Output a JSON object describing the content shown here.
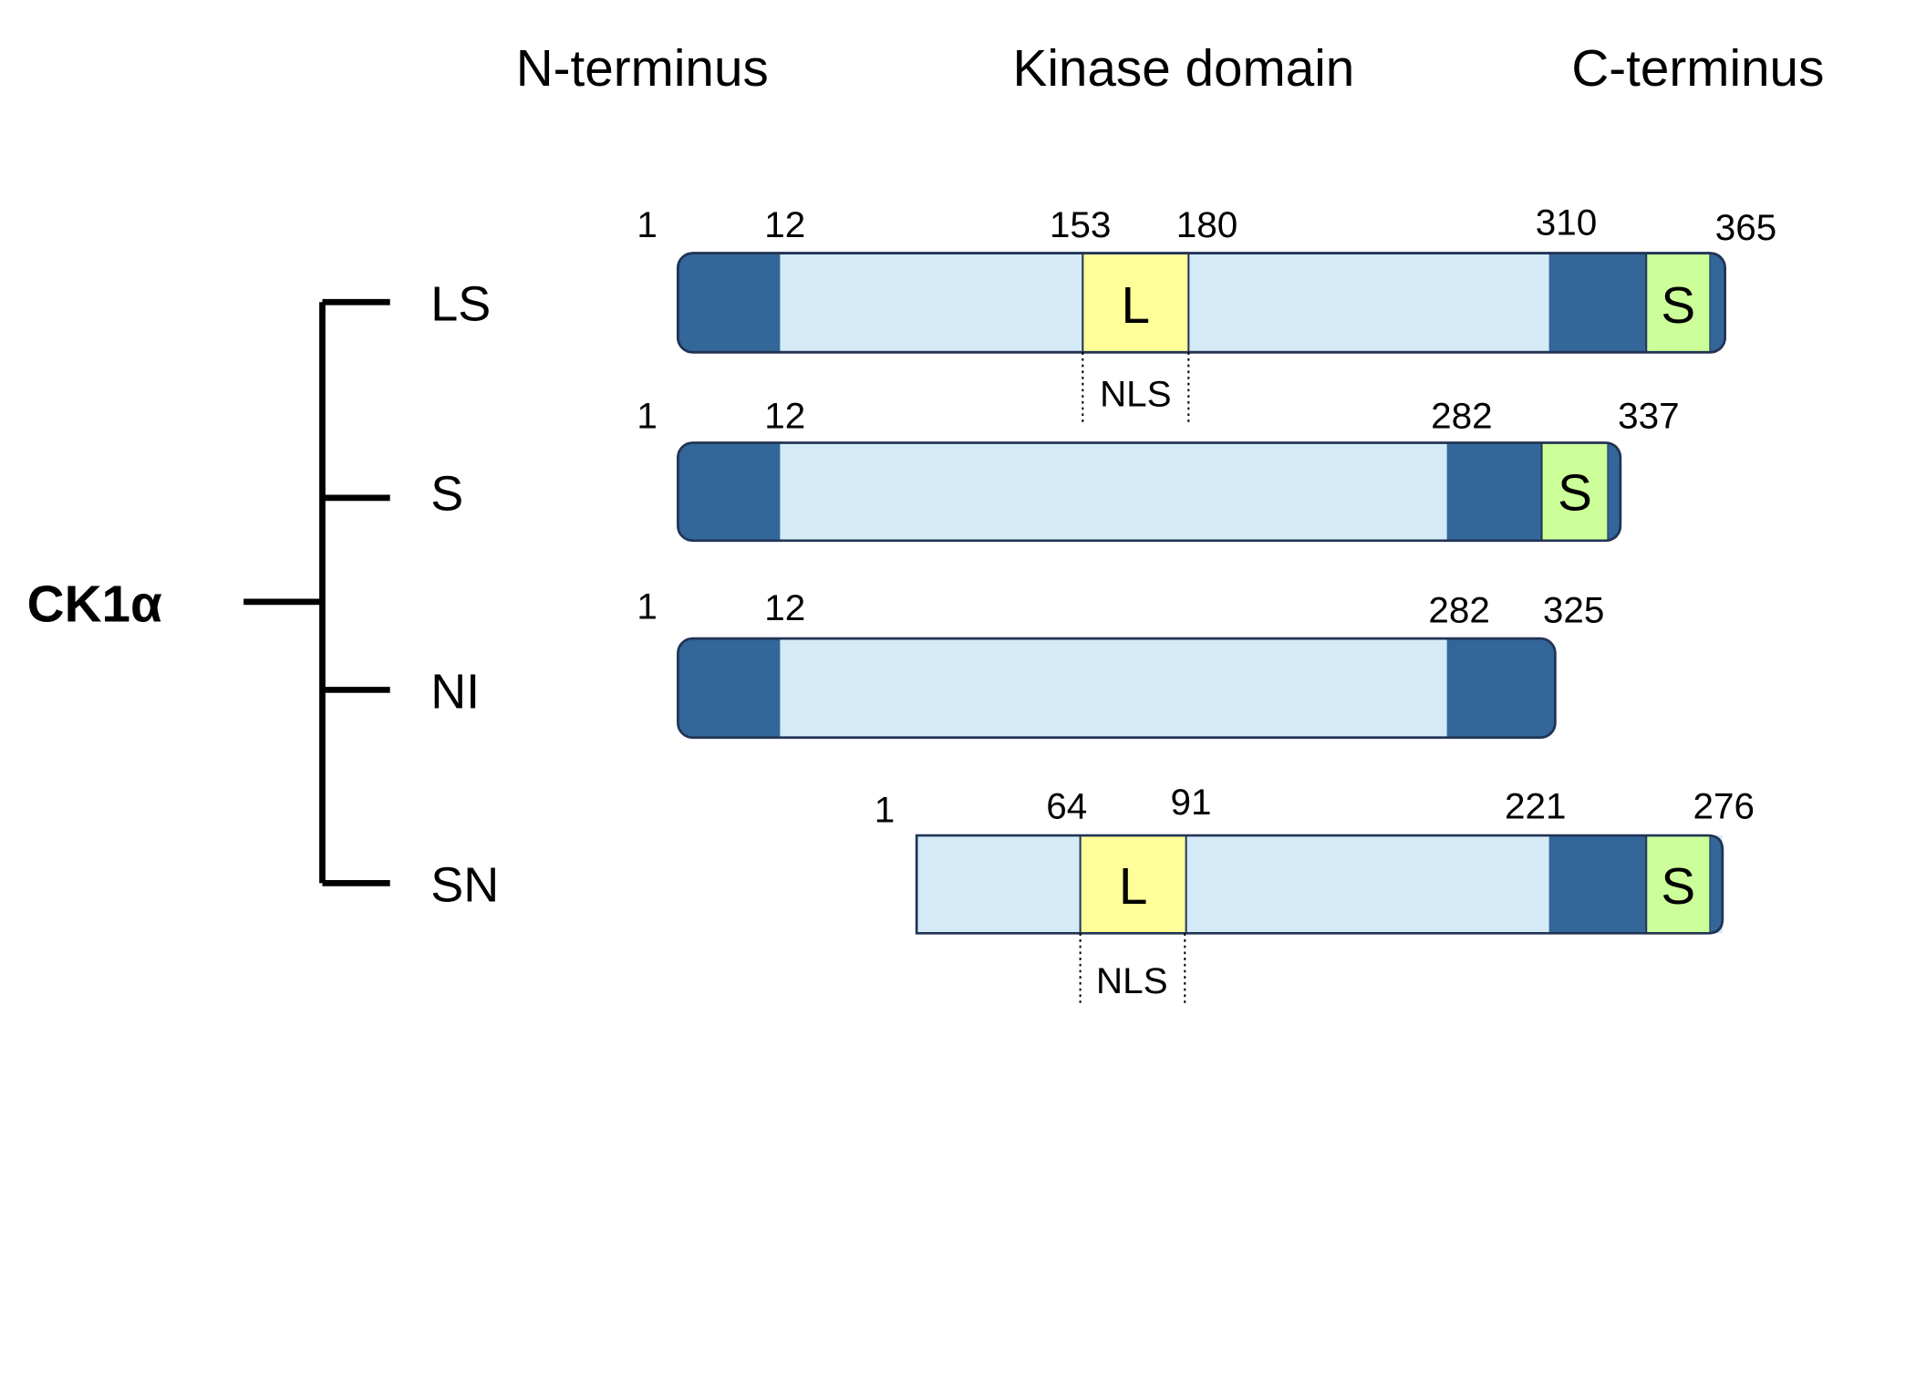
{
  "header": {
    "n_terminus": "N-terminus",
    "kinase_domain": "Kinase domain",
    "c_terminus": "C-terminus"
  },
  "root_label": "CK1α",
  "colors": {
    "terminal_domain": "#336699",
    "kinase_domain": "#D4EAF7",
    "insert_L": "#FFFF99",
    "insert_S": "#CCFF99",
    "outline": "#223355"
  },
  "isoforms": [
    {
      "name": "LS",
      "numbers": [
        "1",
        "12",
        "153",
        "180",
        "310",
        "365"
      ],
      "insert_L": "L",
      "insert_S": "S",
      "nls": "NLS"
    },
    {
      "name": "S",
      "numbers": [
        "1",
        "12",
        "282",
        "337"
      ],
      "insert_S": "S"
    },
    {
      "name": "NI",
      "numbers": [
        "1",
        "12",
        "282",
        "325"
      ]
    },
    {
      "name": "SN",
      "numbers": [
        "1",
        "64",
        "91",
        "221",
        "276"
      ],
      "insert_L": "L",
      "insert_S": "S",
      "nls": "NLS"
    }
  ]
}
